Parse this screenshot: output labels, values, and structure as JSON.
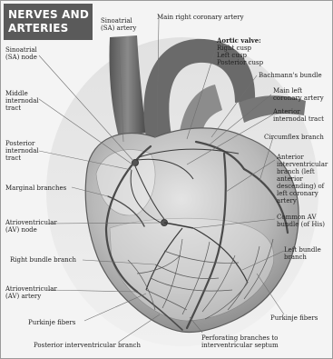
{
  "title_lines": [
    "NERVES AND",
    "ARTERIES"
  ],
  "labels": {
    "sa_artery": [
      "Sinoatrial",
      "(SA) artery"
    ],
    "main_right_coronary": [
      "Main right coronary artery"
    ],
    "sa_node": [
      "Sinoatrial",
      "(SA) node"
    ],
    "aortic_valve": [
      "Aortic valve:",
      "Right cusp",
      "Left cusp",
      "Posterior cusp"
    ],
    "bachmanns": [
      "Bachmann's bundle"
    ],
    "middle_internodal": [
      "Middle",
      "internodal",
      "tract"
    ],
    "main_left_coronary": [
      "Main left",
      "coronary artery"
    ],
    "anterior_internodal": [
      "Anterior",
      "internodal tract"
    ],
    "posterior_internodal": [
      "Posterior",
      "internodal",
      "tract"
    ],
    "circumflex": [
      "Circumflex branch"
    ],
    "marginal": [
      "Marginal branches"
    ],
    "anterior_interventricular": [
      "Anterior",
      "interventricular",
      "branch (left",
      "anterior",
      "descending) of",
      "left coronary",
      "artery"
    ],
    "common_av_bundle": [
      "Common AV",
      "bundle (of His)"
    ],
    "av_node": [
      "Atrioventricular",
      "(AV) node"
    ],
    "right_bundle": [
      "Right bundle branch"
    ],
    "left_bundle": [
      "Left bundle",
      "branch"
    ],
    "av_artery": [
      "Atrioventricular",
      "(AV) artery"
    ],
    "purkinje_left": [
      "Purkinje fibers"
    ],
    "purkinje_right": [
      "Purkinje fibers"
    ],
    "posterior_interventricular": [
      "Posterior interventricular branch"
    ],
    "perforating": [
      "Perforating branches to",
      "interventricular septum"
    ]
  }
}
